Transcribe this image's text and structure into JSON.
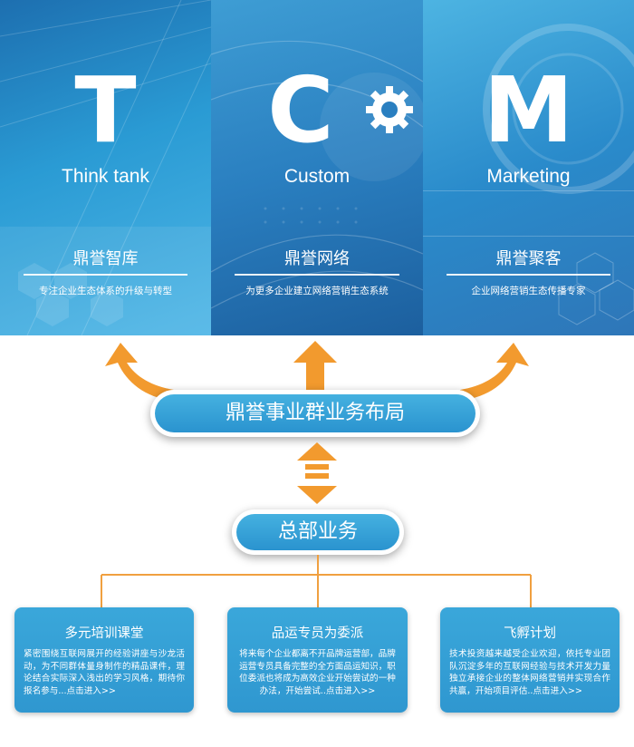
{
  "panels": [
    {
      "letter": "T",
      "subtitle": "Think tank",
      "cn_title": "鼎誉智库",
      "desc": "专注企业生态体系的升级与转型"
    },
    {
      "letter": "C",
      "subtitle": "Custom",
      "cn_title": "鼎誉网络",
      "desc": "为更多企业建立网络营销生态系统"
    },
    {
      "letter": "M",
      "subtitle": "Marketing",
      "cn_title": "鼎誉聚客",
      "desc": "企业网络营销生态传播专家"
    }
  ],
  "hub": {
    "label": "鼎誉事业群业务布局"
  },
  "hq": {
    "label": "总部业务"
  },
  "cards": [
    {
      "title": "多元培训课堂",
      "text": "紧密围绕互联网展开的经验讲座与沙龙活动，为不同群体量身制作的精品课件，理论结合实际深入浅出的学习风格，期待你报名参与...点击进入>>"
    },
    {
      "title": "品运专员为委派",
      "text": "将来每个企业都离不开品牌运营部，品牌运营专员具备完整的全方面品运知识，职位委派也将成为高效企业开始尝试的一种办法，开始尝试..点击进入>>"
    },
    {
      "title": "飞孵计划",
      "text": "技术投资越来越受企业欢迎，依托专业团队沉淀多年的互联网经验与技术开发力量独立承接企业的整体网络营销并实现合作共赢，开始项目评估..点击进入>>"
    }
  ],
  "colors": {
    "accent_blue": "#2f97d0",
    "arrow_orange": "#f29a2e",
    "line_orange": "#f0a040"
  },
  "icons": {
    "gear": "gear-icon",
    "up_arrow": "up-arrow-icon",
    "double_arrow": "double-arrow-icon"
  }
}
